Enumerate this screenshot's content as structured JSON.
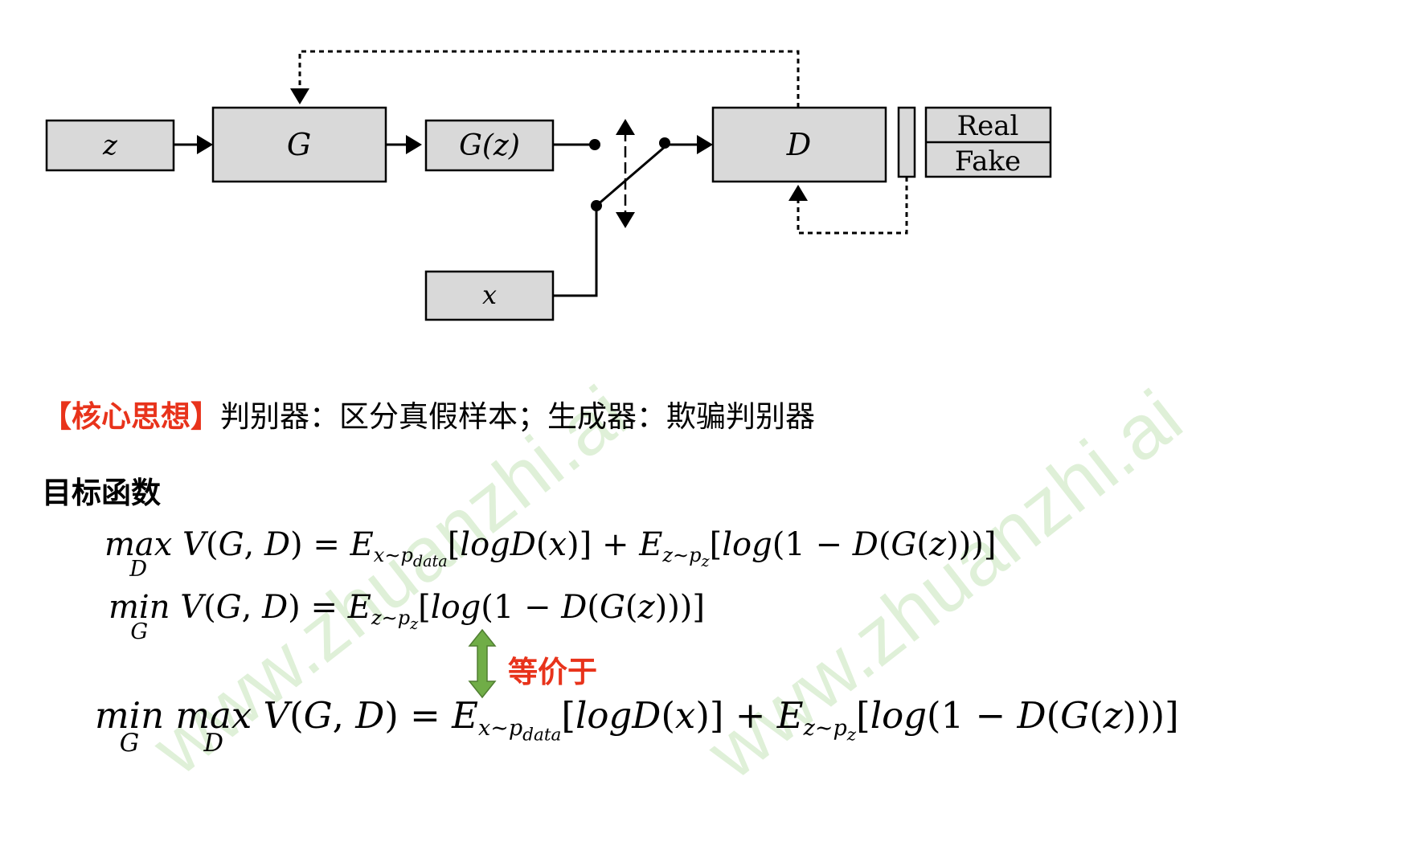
{
  "diagram": {
    "z_label": "z",
    "g_label": "G",
    "gz_label": "G(z)",
    "d_label": "D",
    "x_label": "x",
    "real_label": "Real",
    "fake_label": "Fake"
  },
  "idea": {
    "tag": "【核心思想】",
    "text": "判别器：区分真假样本；生成器：欺骗判别器"
  },
  "objective_title": "目标函数",
  "equivalence_label": "等价于",
  "watermark_text": "www.zhuanzhi.ai",
  "colors": {
    "box_fill": "#d9d9d9",
    "box_stroke": "#000000",
    "accent_red": "#e8331b",
    "arrow_green": "#70ad47",
    "watermark": "#dff0d8"
  }
}
